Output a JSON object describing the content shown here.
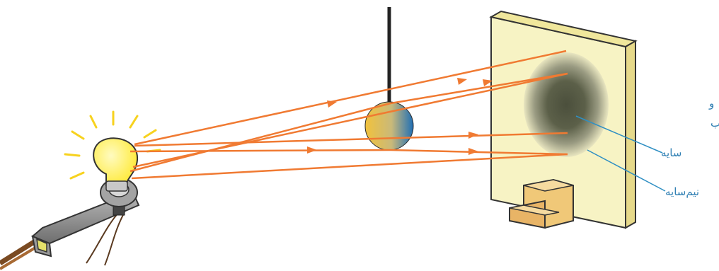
{
  "labels": {
    "shadow": "سایه",
    "penumbra": "نیم‌سایه",
    "edge_text_1": "و",
    "edge_text_2": "ب"
  },
  "colors": {
    "ray": "#f07a32",
    "label_text": "#2f7fb3",
    "pointer_line": "#2f8fc3",
    "screen_face": "#f7f3c4",
    "screen_edge": "#e6d98a",
    "bulb": "#fff24a",
    "ball_left": "#f2c23c",
    "ball_right": "#1f6fb6",
    "stand": "#f0d48c",
    "lamp_holder": "#8a8a8a"
  },
  "icons": [
    "light-bulb-icon",
    "lamp-holder-icon",
    "ball-icon",
    "screen-icon"
  ]
}
